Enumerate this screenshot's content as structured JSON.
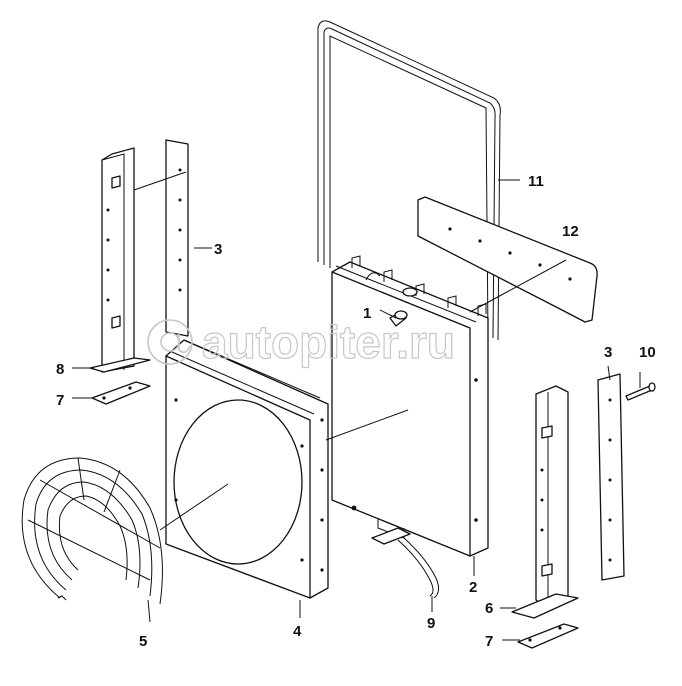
{
  "watermark": {
    "text": "autopiter.ru",
    "icon": "at-sign-icon"
  },
  "callouts": [
    {
      "id": "c1",
      "text": "1"
    },
    {
      "id": "c2",
      "text": "2"
    },
    {
      "id": "c3a",
      "text": "3"
    },
    {
      "id": "c3b",
      "text": "3"
    },
    {
      "id": "c4",
      "text": "4"
    },
    {
      "id": "c5",
      "text": "5"
    },
    {
      "id": "c6",
      "text": "6"
    },
    {
      "id": "c7a",
      "text": "7"
    },
    {
      "id": "c7b",
      "text": "7"
    },
    {
      "id": "c8",
      "text": "8"
    },
    {
      "id": "c9",
      "text": "9"
    },
    {
      "id": "c10",
      "text": "10"
    },
    {
      "id": "c11",
      "text": "11"
    },
    {
      "id": "c12",
      "text": "12"
    }
  ]
}
